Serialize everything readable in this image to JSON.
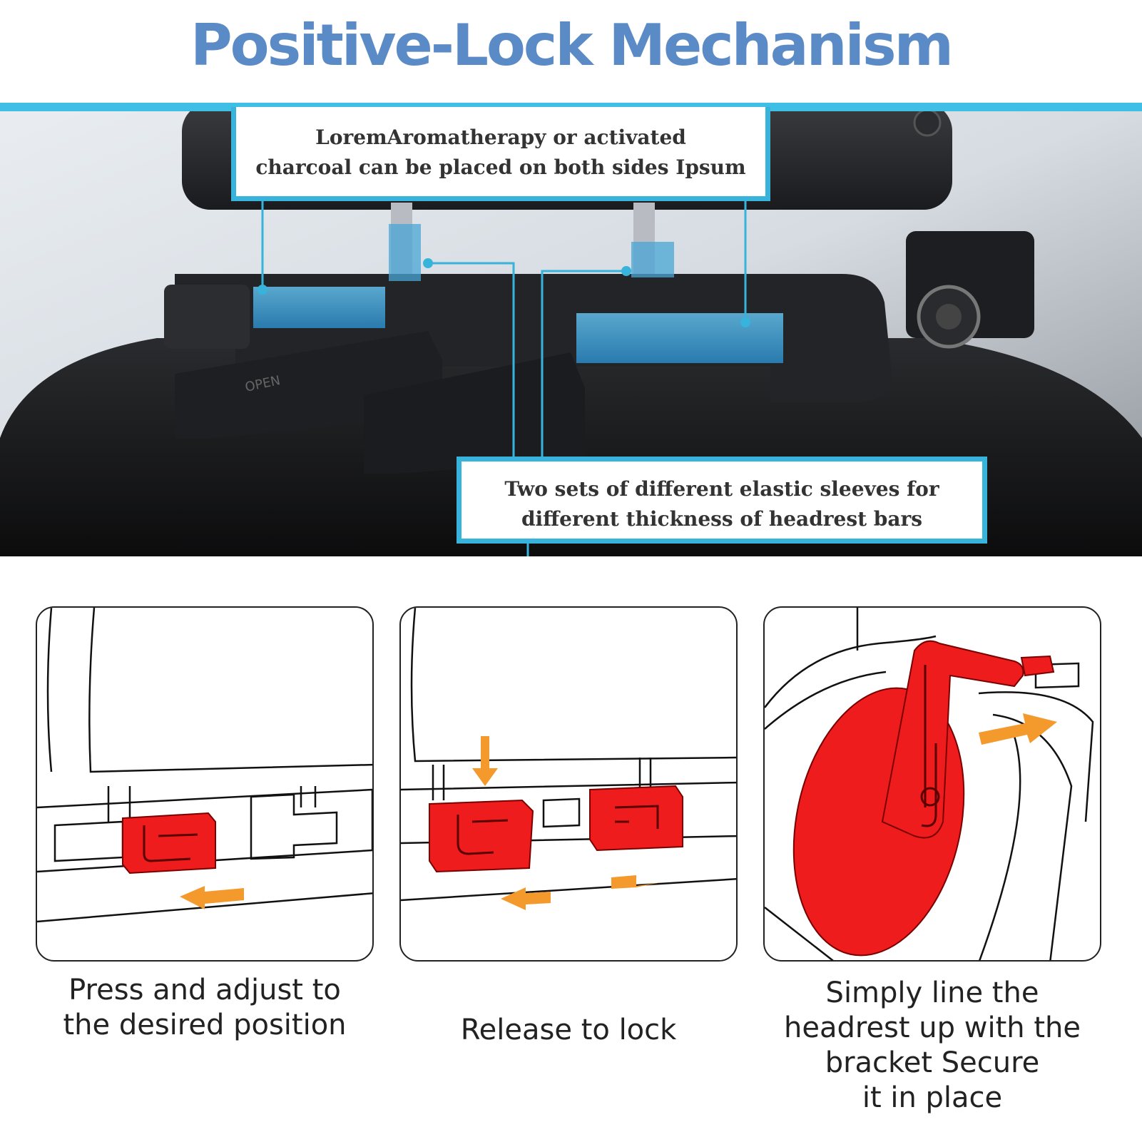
{
  "title": "Positive-Lock Mechanism",
  "callouts": {
    "top": {
      "line1": "LoremAromatherapy or activated",
      "line2": "charcoal can be placed on both sides Ipsum"
    },
    "bottom": {
      "line1": "Two sets of different elastic sleeves for",
      "line2": "different thickness of headrest bars"
    }
  },
  "product_marking": "OPEN",
  "steps": [
    {
      "caption_lines": [
        "Press and adjust to",
        "the desired position"
      ]
    },
    {
      "caption_lines": [
        "Release to lock"
      ]
    },
    {
      "caption_lines": [
        "Simply line the",
        "headrest up with the",
        "bracket Secure",
        "it in place"
      ]
    }
  ],
  "colors": {
    "title": "#5b8bc6",
    "accent_cyan": "#37b3dc",
    "highlight_red": "#ee1c1c",
    "arrow_orange": "#f49a2c"
  },
  "icons": [
    "arrow-left-icon",
    "arrow-down-icon",
    "arrow-right-icon"
  ]
}
